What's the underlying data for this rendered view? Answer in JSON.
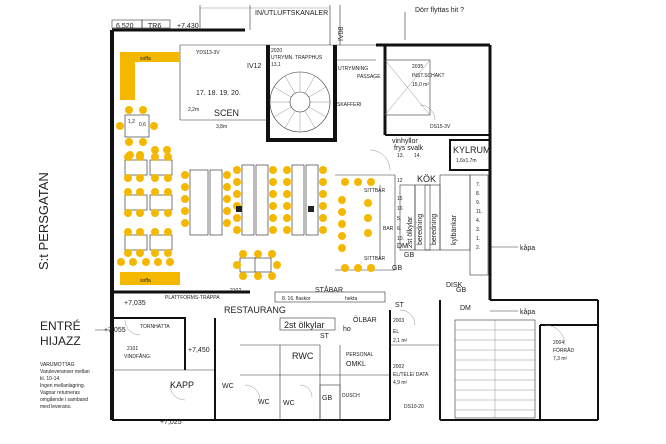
{
  "dimensions": {
    "d1": "6,520",
    "d2": "+7,430",
    "d3": "+7,035",
    "d4": "+7,055",
    "d5": "+7,450",
    "d6": "+7,025"
  },
  "top": {
    "tr6": "TR6",
    "ducts": "IN/UTLUFTSKANALER",
    "door_q": "Dörr flyttas hit ?",
    "ydsv": "YDS13-3V",
    "iv12": "IV12",
    "iv08": "IV08"
  },
  "rooms": {
    "r2020": "2020",
    "utr_trapp": "UTRYMN. TRAPPHUS",
    "r131": "13,1",
    "utrymning": "UTRYMNING",
    "passage": "PASSAGE",
    "skafferi": "SKAFFERI",
    "r2035": "2035",
    "inst": "INST.SCHAKT",
    "inst_area": "15,0 m²",
    "scen_nums": "17. 18. 19. 20.",
    "scen": "SCEN",
    "scen_w": "2,2m",
    "scen_d": "3,8m",
    "sofa_top": "soffa",
    "sofa_bot": "soffa",
    "t12": "1,2",
    "t06": "0,6",
    "ds15": "DS15-3V",
    "vinhyllor": "vinhyllor",
    "frys": "frys svalk",
    "n13": "13.",
    "n14": "14.",
    "kylrum": "KYLRUM",
    "kyl_size": "1,6x1,7m",
    "kok": "KÖK",
    "n12": "12",
    "sittbar_top": "SITTBAR",
    "sittbar_bot": "SITTBAR",
    "bar": "BAR",
    "stat_nums": [
      "7.",
      "8.",
      "9.",
      "11.",
      "4.",
      "3.",
      "1.",
      "2."
    ],
    "n15": "15",
    "n16": "16",
    "n5": "5.",
    "n6": "6.",
    "n10": "10.",
    "olkylar": "2st ölkylar",
    "beredning1": "beredning",
    "beredning2": "beredning",
    "kylbankar": "kylbänkar",
    "dm1": "DM",
    "dm2": "DM",
    "gb1": "GB",
    "gb2": "GB",
    "gb3": "GB",
    "gb4": "GB",
    "disk": "DISK",
    "kapa1": "kåpa",
    "kapa2": "kåpa",
    "r2102": "2102",
    "restaurang": "RESTAURANG",
    "stabar": "STÅBAR",
    "flaskor": "8. 16. flaskor",
    "hekta": "hekta",
    "olbar": "ÖLBAR",
    "olkylar2": "2st ölkylar",
    "ho": "ho",
    "st1": "ST",
    "st2": "ST",
    "plattform": "PLATTFORMS-TRAPPA",
    "tornhatta": "TORNHATTA",
    "r2101": "2101",
    "vindfang": "VINDFÅNG",
    "kapp": "KAPP",
    "wc1": "WC",
    "wc2": "WC",
    "wc3": "WC",
    "rwc": "RWC",
    "personal": "PERSONAL",
    "omkl": "OMKL",
    "gb_dusch": "GB",
    "dusch": "DUSCH",
    "r2003": "2003",
    "el_a": "EL",
    "el_area": "2,1 m²",
    "r2002": "2002",
    "el_tele": "EL/TELE/ DATA",
    "el_tele_area": "4,9 m²",
    "ds10": "DS10-20",
    "r2004": "2004",
    "forrad": "FÖRRÅD",
    "forrad_area": "7,3 m²"
  },
  "street": "S:t PERSGATAN",
  "entre": "ENTRÉ",
  "hijazz": "HIJAZZ",
  "note": [
    "VARUMOTTAG",
    "Varuleveranser mellan",
    "kl. 10-14.",
    "Ingen mellanlagring.",
    "Vagnar returneras",
    "omgående i samband",
    "med leverans."
  ],
  "colors": {
    "seat": "#f5b800",
    "sofa": "#f5b800"
  }
}
